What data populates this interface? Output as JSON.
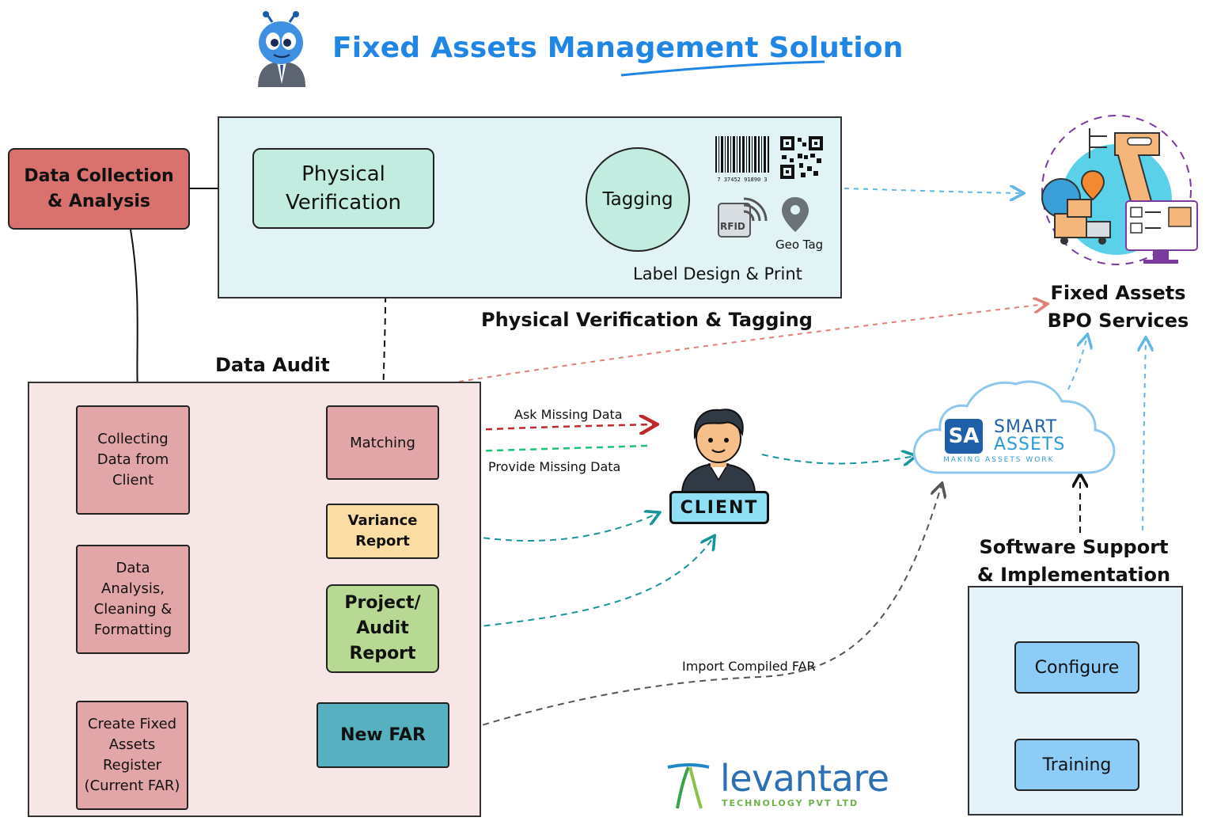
{
  "title": "Fixed Assets Management Solution",
  "nodes": {
    "data_collection": "Data Collection & Analysis",
    "physical_verification": "Physical Verification",
    "tagging": "Tagging",
    "collecting_data": "Collecting Data from Client",
    "data_analysis": "Data Analysis, Cleaning & Formatting",
    "create_far": "Create Fixed Assets Register (Current FAR)",
    "matching": "Matching",
    "variance_report": "Variance Report",
    "project_audit_report": "Project/ Audit Report",
    "new_far": "New FAR",
    "client": "CLIENT",
    "configure": "Configure",
    "training": "Training"
  },
  "labels": {
    "label_design": "Label Design & Print",
    "rfid": "RFID",
    "geo_tag": "Geo Tag",
    "barcode_number": "7 37452 91890 3",
    "pv_section": "Physical Verification & Tagging",
    "data_audit": "Data Audit",
    "bpo_services": "Fixed Assets BPO Services",
    "software_support": "Software Support & Implementation",
    "smart": "SMART",
    "assets": "ASSETS",
    "sa_tagline": "MAKING ASSETS WORK",
    "sa_mark": "SA",
    "levantare": "levantare",
    "levantare_sub": "TECHNOLOGY PVT LTD"
  },
  "edges": {
    "ask_missing": "Ask Missing Data",
    "provide_missing": "Provide Missing Data",
    "import_far": "Import Compiled FAR"
  },
  "colors": {
    "title_blue": "#1f86e6",
    "data_collection_fill": "#d9726f",
    "audit_box_fill": "#e3a6a8",
    "variance_fill": "#fbdca3",
    "project_fill": "#b7d993",
    "new_far_fill": "#56b0bf",
    "teal_fill": "#c3ece0",
    "sky_button": "#8cccf7"
  }
}
